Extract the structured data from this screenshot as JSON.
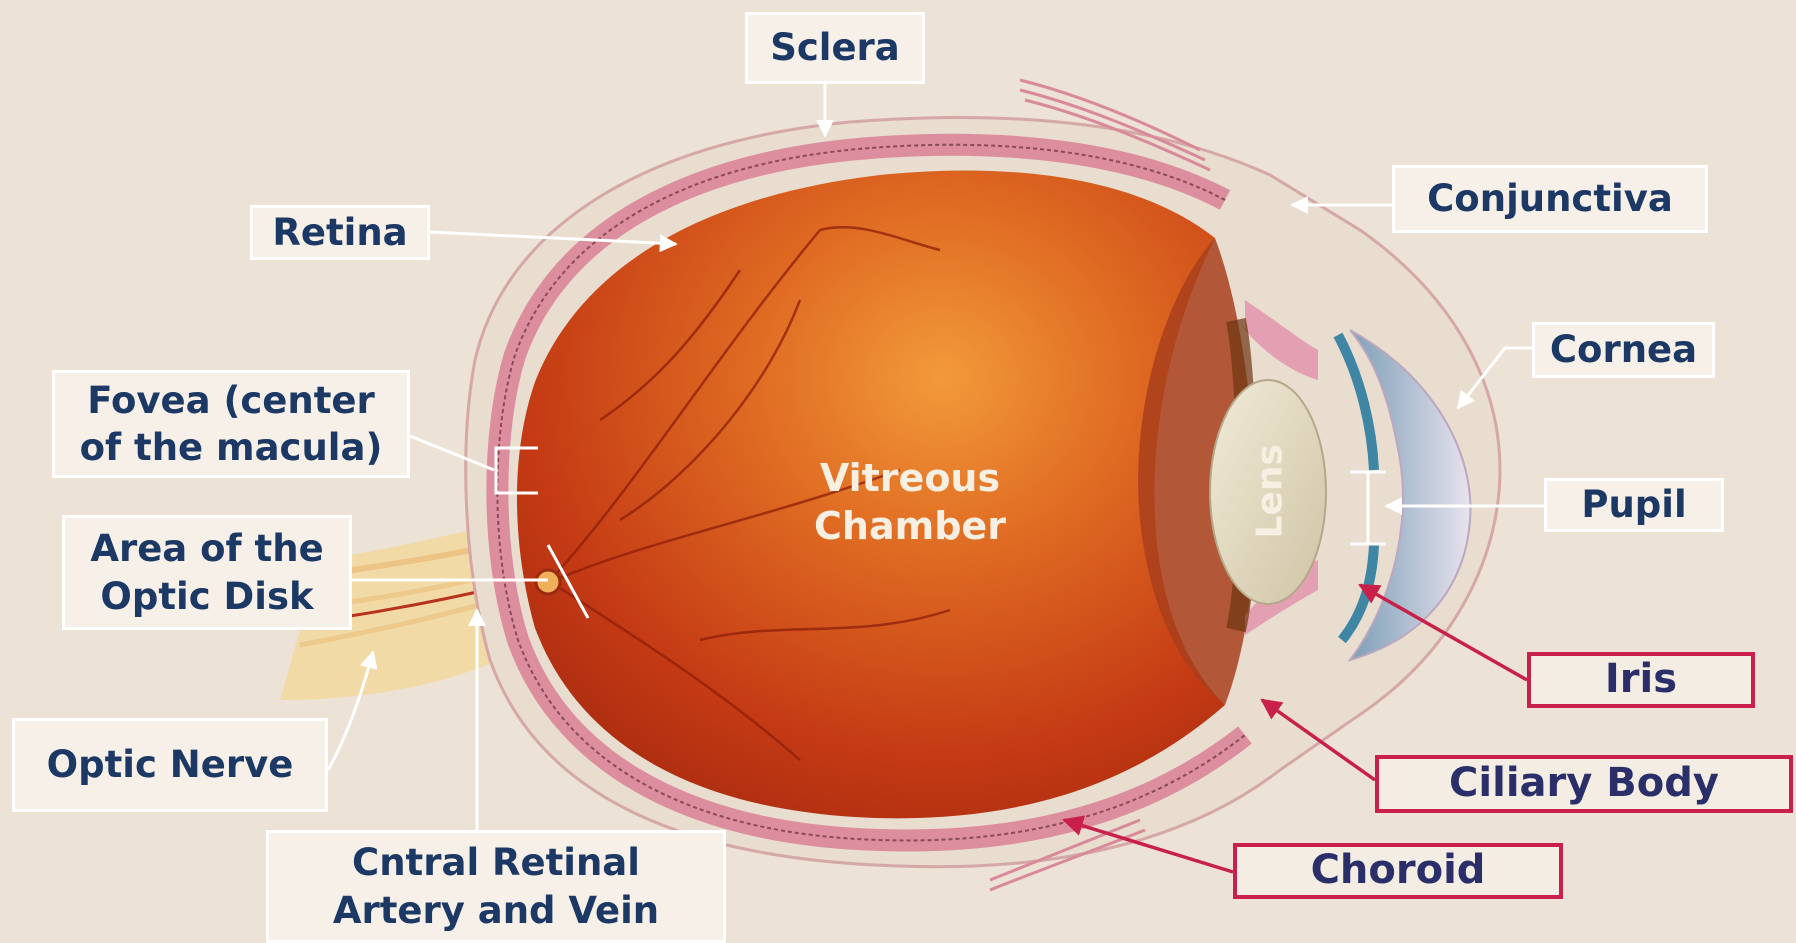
{
  "labels": {
    "sclera": "Sclera",
    "conjunctiva": "Conjunctiva",
    "retina": "Retina",
    "cornea": "Cornea",
    "fovea_line1": "Fovea (center",
    "fovea_line2": "of the macula)",
    "pupil": "Pupil",
    "optic_disk_line1": "Area of the",
    "optic_disk_line2": "Optic Disk",
    "iris": "Iris",
    "optic_nerve": "Optic Nerve",
    "ciliary_body": "Ciliary Body",
    "central_retinal_line1": "Cntral Retinal",
    "central_retinal_line2": "Artery and Vein",
    "choroid": "Choroid",
    "vitreous_line1": "Vitreous",
    "vitreous_line2": "Chamber",
    "lens": "Lens"
  },
  "colors": {
    "background": "#ece2d6",
    "label_text": "#1c3864",
    "red_label_border": "#c8204a",
    "white_label_border": "#ffffff",
    "vitreous": "#c33a12",
    "sclera": "#e6ddd0",
    "choroid_pink": "#d98a98"
  }
}
